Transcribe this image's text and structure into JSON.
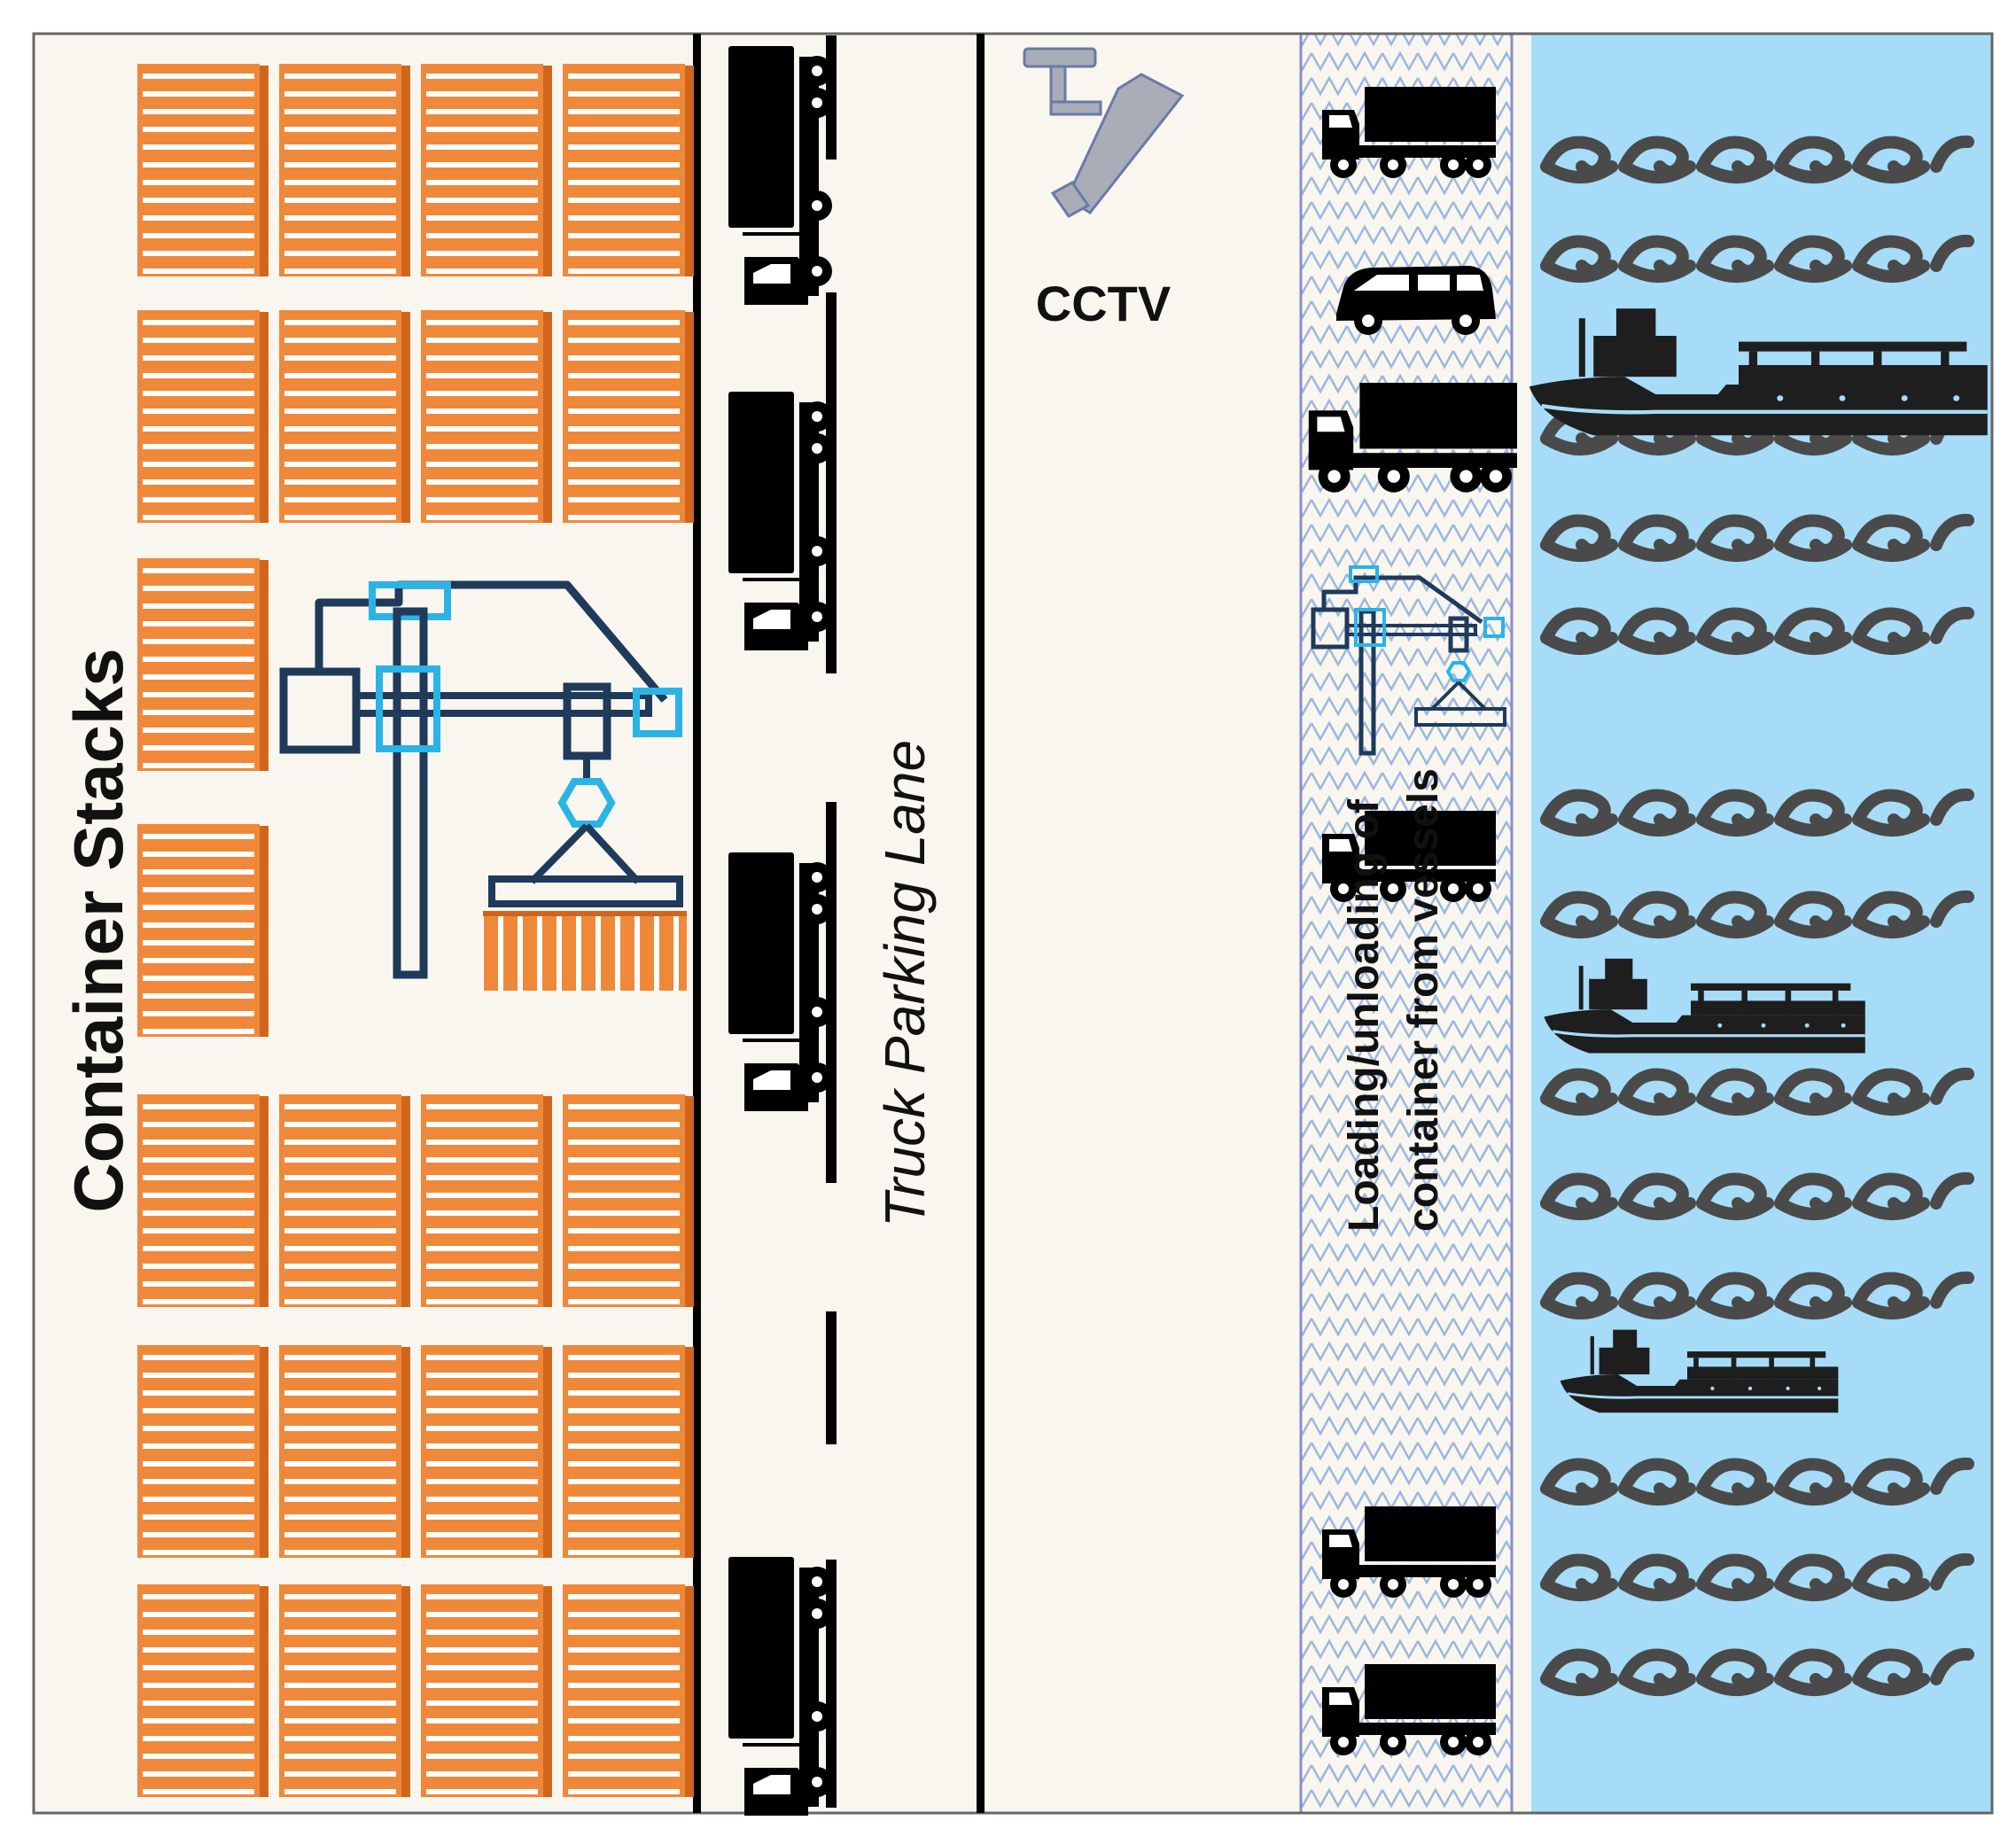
{
  "labels": {
    "container_stacks": "Container Stacks",
    "truck_parking_lane": "Truck Parking Lane",
    "cctv": "CCTV",
    "loading_line1": "Loading/unloading of",
    "loading_line2": "container from vessels"
  },
  "colors": {
    "background": "#f8f6ef",
    "container_orange": "#f0883a",
    "container_shade": "#d0661c",
    "crane_navy": "#1f3a5a",
    "crane_cyan": "#2bb3e6",
    "sea": "#a6dcf7",
    "wave": "#4a4a4a",
    "vehicle": "#000000",
    "cctv_gray": "#a9adb8",
    "hatch_blue": "#9db7df"
  },
  "icons": {
    "container": "shipping-container-icon",
    "crane": "gantry-crane-icon",
    "truck": "truck-icon",
    "van": "van-icon",
    "camera": "cctv-camera-icon",
    "ship": "cargo-ship-icon",
    "wave": "wave-icon"
  }
}
